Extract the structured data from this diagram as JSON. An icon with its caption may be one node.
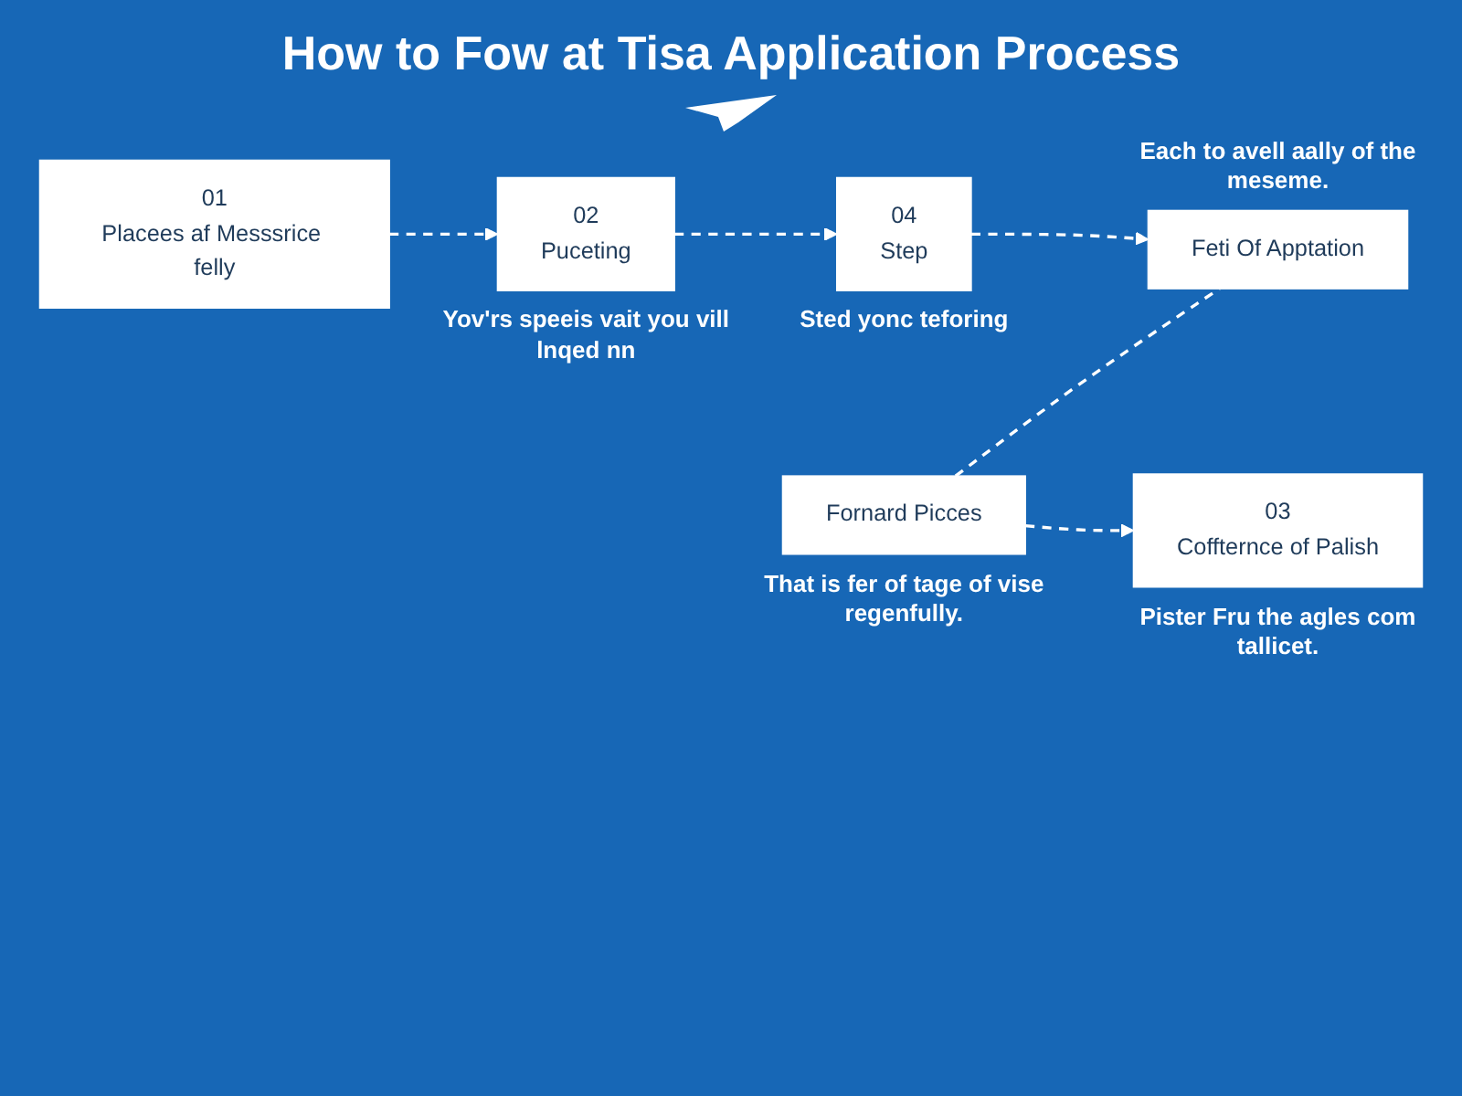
{
  "diagram": {
    "title": "How to Fow at Tisa Application Process",
    "nodes": [
      {
        "text": [
          "01",
          "Placees af Messsrice felly"
        ]
      },
      {
        "text": [
          "02",
          "Puceting"
        ],
        "beside": [
          "Yov'rs speeis vait you vill lnqed nn"
        ]
      },
      {
        "text": [
          "04",
          "Step"
        ],
        "beside": [
          "Sted yonc teforing"
        ]
      },
      {
        "text": [
          "Fornard Picces"
        ],
        "beside": [
          "That is fer of tage of vise regenfully."
        ]
      },
      {
        "text": [
          "Feti Of Apptation"
        ],
        "beside": [
          "Each to avell aally of the meseme."
        ]
      },
      {
        "text": [
          "03",
          "Coffternce of Palish"
        ],
        "beside": [
          "Pister Fru the agles com tallicet."
        ]
      }
    ],
    "edges": [
      {
        "from": 0,
        "to": 1,
        "arrow": "to",
        "style": "dashed"
      },
      {
        "from": 1,
        "to": 2,
        "arrow": "to",
        "style": "dashed"
      },
      {
        "from": 2,
        "to": 4,
        "arrow": "to",
        "style": "dashed"
      },
      {
        "from": 3,
        "to": 4,
        "arrow": "none",
        "style": "dashed"
      },
      {
        "from": 3,
        "to": 5,
        "arrow": "to",
        "style": "dashed"
      }
    ]
  }
}
